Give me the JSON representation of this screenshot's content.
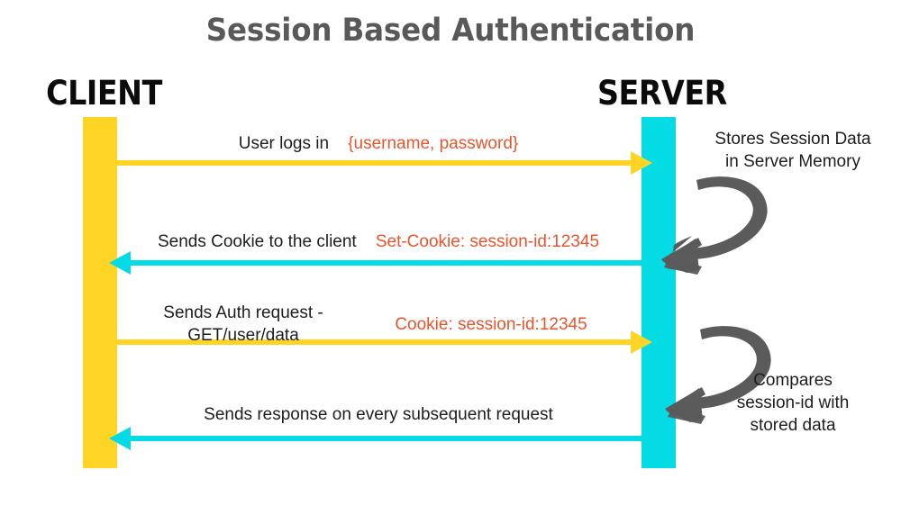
{
  "diagram": {
    "title": "Session Based Authentication",
    "type": "sequence-diagram",
    "actors": [
      {
        "id": "client",
        "label": "CLIENT",
        "color": "#FFD525"
      },
      {
        "id": "server",
        "label": "SERVER",
        "color": "#05DBE4"
      }
    ],
    "colors": {
      "title_text": "#595959",
      "actor_text": "#0b0b0b",
      "client_bar": "#FFD525",
      "server_bar": "#05DBE4",
      "request_arrow": "#FFD525",
      "response_arrow": "#05DBE4",
      "highlight_text": "#E8552D",
      "body_text": "#1d1d1d",
      "annotation_arrow": "#5B5B5B",
      "background": "#ffffff"
    },
    "messages": [
      {
        "id": "msg1",
        "direction": "client-to-server",
        "label": "User logs in",
        "payload": "{username, password}",
        "arrow_color": "#FFD525"
      },
      {
        "id": "msg2",
        "direction": "server-to-client",
        "label": "Sends Cookie to the client",
        "payload": "Set-Cookie: session-id:12345",
        "arrow_color": "#05DBE4"
      },
      {
        "id": "msg3",
        "direction": "client-to-server",
        "label_line1": "Sends Auth request -",
        "label_line2": "GET/user/data",
        "payload": "Cookie: session-id:12345",
        "arrow_color": "#FFD525"
      },
      {
        "id": "msg4",
        "direction": "server-to-client",
        "label": "Sends response on every subsequent request",
        "payload": "",
        "arrow_color": "#05DBE4"
      }
    ],
    "annotations": [
      {
        "id": "note1",
        "line1": "Stores Session Data",
        "line2": "in Server Memory",
        "icon": "curved-arrow-icon"
      },
      {
        "id": "note2",
        "line1": "Compares",
        "line2": "session-id with",
        "line3": "stored data",
        "icon": "curved-arrow-icon"
      }
    ]
  }
}
